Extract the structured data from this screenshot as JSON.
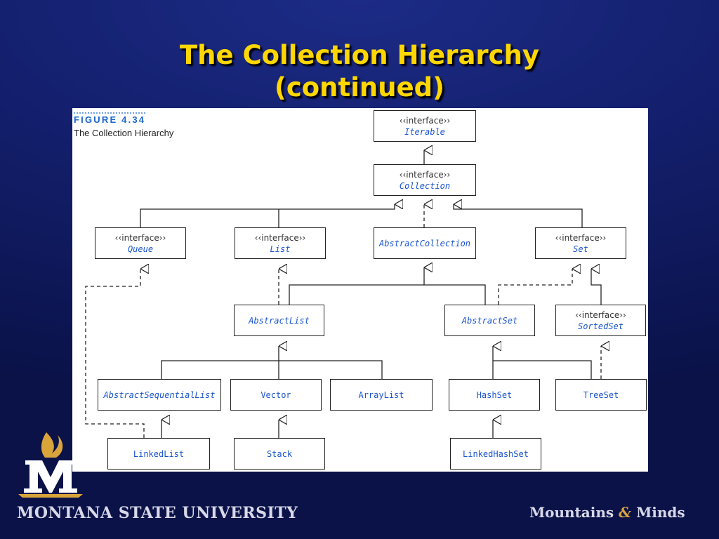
{
  "slide": {
    "title_line1": "The Collection Hierarchy",
    "title_line2": "(continued)"
  },
  "figure": {
    "label": "FIGURE 4.34",
    "caption": "The Collection Hierarchy"
  },
  "diagram": {
    "stereotype": "‹‹interface››",
    "nodes": {
      "iterable": "Iterable",
      "collection": "Collection",
      "queue": "Queue",
      "list": "List",
      "abstract_collection": "AbstractCollection",
      "set": "Set",
      "abstract_list": "AbstractList",
      "abstract_set": "AbstractSet",
      "sorted_set": "SortedSet",
      "abstract_sequential_list": "AbstractSequentialList",
      "vector": "Vector",
      "array_list": "ArrayList",
      "hash_set": "HashSet",
      "tree_set": "TreeSet",
      "linked_list": "LinkedList",
      "stack": "Stack",
      "linked_hash_set": "LinkedHashSet"
    }
  },
  "footer": {
    "university": "MONTANA STATE UNIVERSITY",
    "motto_left": "Mountains",
    "motto_amp": "&",
    "motto_right": "Minds"
  },
  "colors": {
    "title": "#ffd700",
    "class_name": "#1a55cc",
    "figure_label": "#1a66cc",
    "background": "#131f6c",
    "logo_gold": "#d9a53a"
  }
}
